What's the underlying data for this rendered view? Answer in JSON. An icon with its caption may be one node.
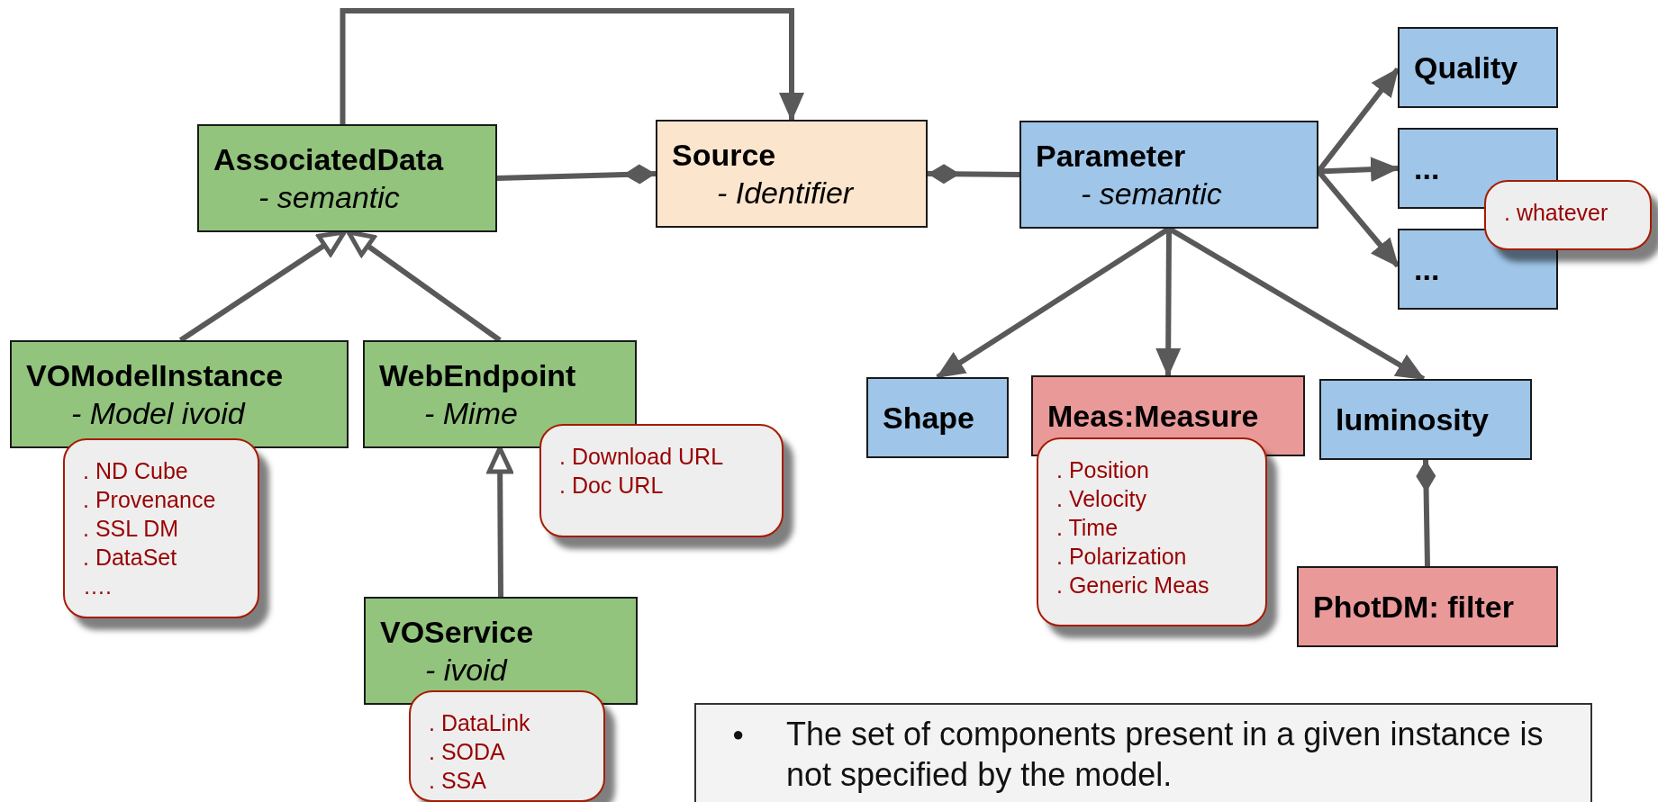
{
  "diagram": {
    "nodes": [
      {
        "text": [
          "AssociatedData",
          "- semantic"
        ]
      },
      {
        "text": [
          "Source",
          "- Identifier"
        ]
      },
      {
        "text": [
          "Parameter",
          "- semantic"
        ]
      },
      {
        "text": [
          "Quality"
        ]
      },
      {
        "text": [
          "..."
        ]
      },
      {
        "text": [
          "..."
        ]
      },
      {
        "text": [
          ". whatever"
        ]
      },
      {
        "text": [
          "VOModelInstance",
          "- Model ivoid"
        ]
      },
      {
        "text": [
          "WebEndpoint",
          "- Mime"
        ]
      },
      {
        "text": [
          "Shape"
        ]
      },
      {
        "text": [
          "Meas:Measure"
        ]
      },
      {
        "text": [
          "luminosity"
        ]
      },
      {
        "text": [
          ". ND Cube",
          ". Provenance",
          ". SSL DM",
          ". DataSet",
          "…."
        ]
      },
      {
        "text": [
          ". Download URL",
          ". Doc URL"
        ]
      },
      {
        "text": [
          ". Position",
          ". Velocity",
          ". Time",
          ". Polarization",
          ". Generic Meas"
        ]
      },
      {
        "text": [
          "PhotDM: filter"
        ]
      },
      {
        "text": [
          "VOService",
          "- ivoid"
        ]
      },
      {
        "text": [
          ". DataLink",
          ". SODA",
          ". SSA"
        ]
      },
      {
        "text": [
          "●",
          "The set of components present in a given instance is not specified by the model."
        ]
      }
    ],
    "edges": [
      {
        "from": 0,
        "to": 1,
        "arrow": "to"
      },
      {
        "from": 0,
        "to": 1,
        "arrow": "other"
      },
      {
        "from": 2,
        "to": 1,
        "arrow": "other"
      },
      {
        "from": 7,
        "to": 0,
        "arrow": "to"
      },
      {
        "from": 8,
        "to": 0,
        "arrow": "to"
      },
      {
        "from": 16,
        "to": 8,
        "arrow": "to"
      },
      {
        "from": 2,
        "to": 3,
        "arrow": "to"
      },
      {
        "from": 2,
        "to": 4,
        "arrow": "to"
      },
      {
        "from": 2,
        "to": 5,
        "arrow": "to"
      },
      {
        "from": 2,
        "to": 9,
        "arrow": "to"
      },
      {
        "from": 2,
        "to": 10,
        "arrow": "to"
      },
      {
        "from": 2,
        "to": 11,
        "arrow": "to"
      },
      {
        "from": 15,
        "to": 11,
        "arrow": "other"
      }
    ]
  }
}
